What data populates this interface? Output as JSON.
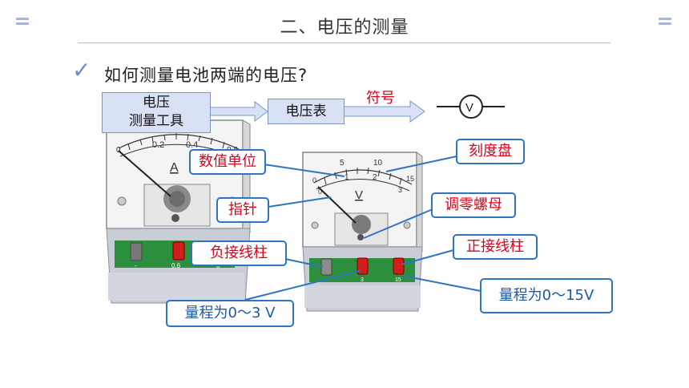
{
  "slide": {
    "title": "二、电压的测量",
    "question": "如何测量电池两端的电压?",
    "check_icon": "check-mark",
    "flow": {
      "tool_box": [
        "电压",
        "测量工具"
      ],
      "meter_box": "电压表",
      "symbol_label": "符号",
      "symbol_letter": "V"
    },
    "ammeter": {
      "scale_labels": [
        "0",
        "0.2",
        "0.4",
        "0.6"
      ],
      "unit_letter": "A",
      "terminal_labels": [
        "-",
        "0.6",
        "3"
      ]
    },
    "voltmeter": {
      "outer_scale_labels": [
        "0",
        "5",
        "10",
        "15"
      ],
      "inner_scale_labels": [
        "0",
        "1",
        "2",
        "3"
      ],
      "unit_letter": "V",
      "terminal_labels": [
        "-",
        "3",
        "15"
      ]
    },
    "callouts": {
      "unit": "数值单位",
      "pointer": "指针",
      "dial": "刻度盘",
      "zero_nut": "调零螺母",
      "negative": "负接线柱",
      "positive": "正接线柱",
      "range_small": "量程为0～3 V",
      "range_large": "量程为0～15V"
    },
    "colors": {
      "accent_red": "#e0001b",
      "callout_border": "#2e74c0",
      "box_fill": "#d9e1f4"
    }
  }
}
